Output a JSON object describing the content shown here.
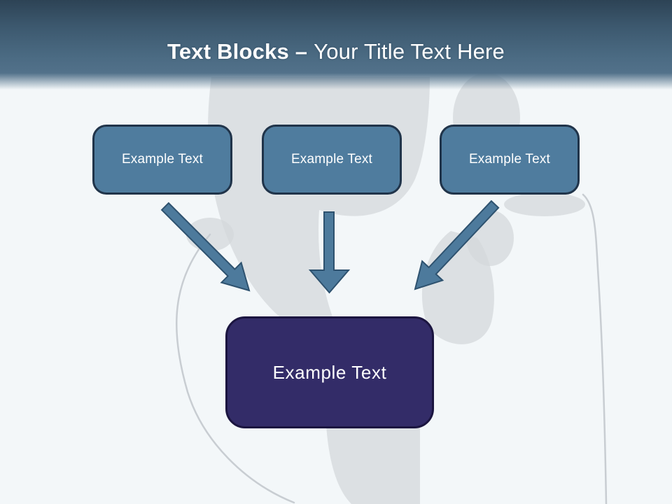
{
  "slide_title": {
    "bold": "Text Blocks –",
    "regular": "Your Title Text Here"
  },
  "diagram": {
    "source_boxes": [
      {
        "label": "Example Text"
      },
      {
        "label": "Example Text"
      },
      {
        "label": "Example Text"
      }
    ],
    "target_box": {
      "label": "Example Text"
    }
  },
  "colors": {
    "header_top": "#2d4355",
    "header_bottom": "#52718a",
    "title_color": "#ffffff",
    "background": "#f3f7f9",
    "box_fill": "#4f7c9e",
    "box_border": "#20344a",
    "arrow_fill": "#4d7a9c",
    "arrow_border": "#2e526f",
    "bottom_box_fill": "#332c68",
    "bottom_box_border": "#1b1540"
  }
}
